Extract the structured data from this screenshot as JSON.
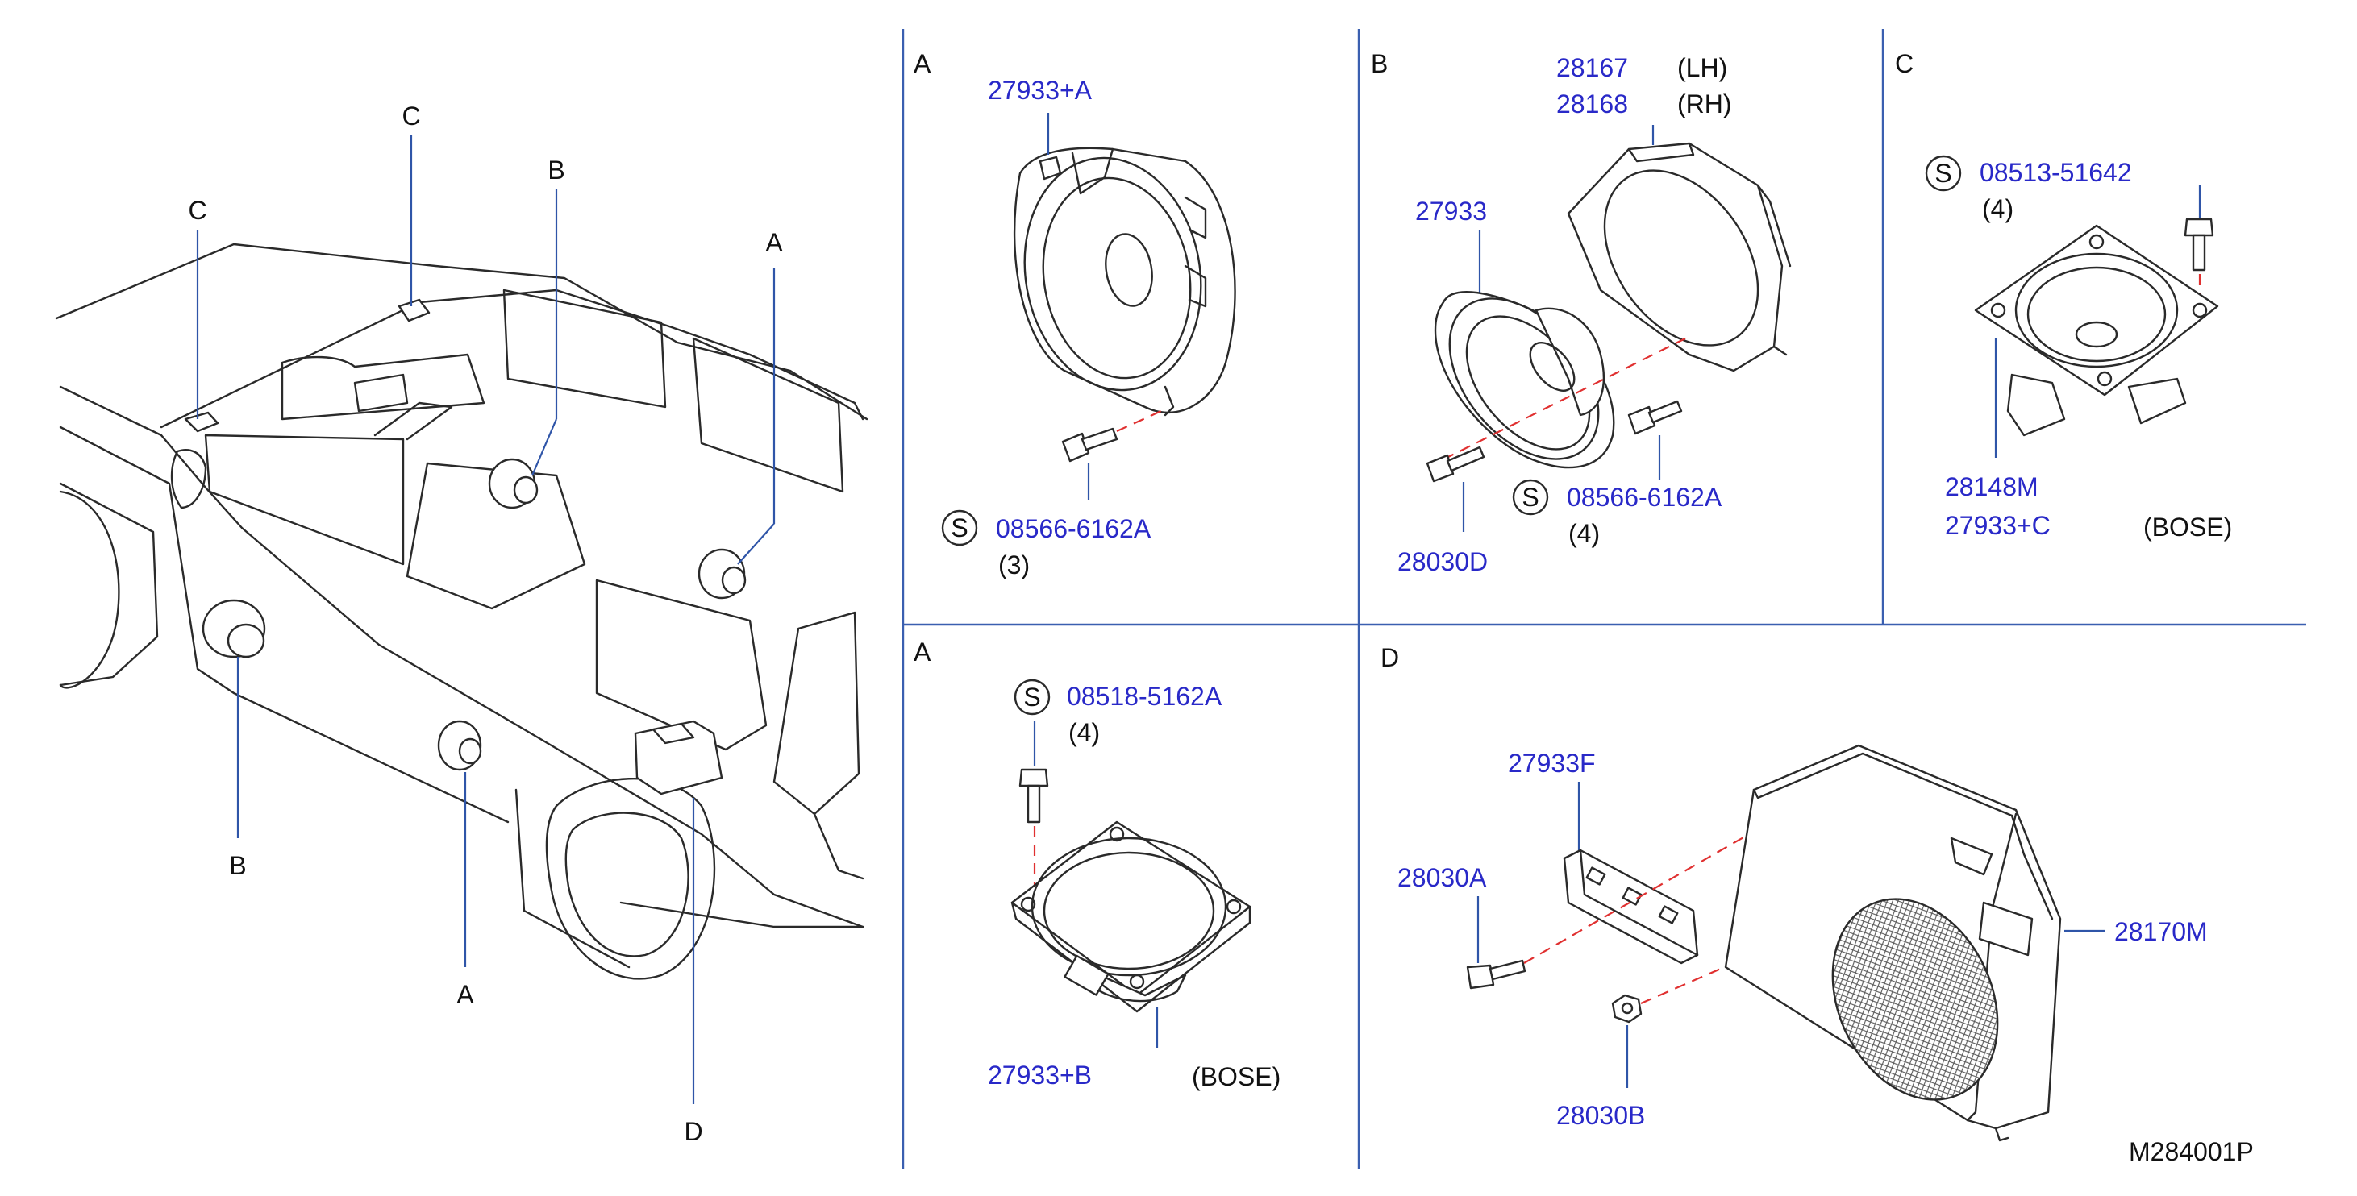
{
  "diagram_id": "M284001P",
  "colors": {
    "part_number": "#2929c8",
    "leader": "#2f55a8",
    "grid": "#3a5fb0",
    "dash": "#e03030"
  },
  "vehicle": {
    "callouts": [
      "C",
      "C",
      "B",
      "A",
      "B",
      "A",
      "D"
    ]
  },
  "panels": {
    "front_door": {
      "section": "A",
      "speaker_part": "27933+A",
      "screw_symbol": "S",
      "screw_part": "08566-6162A",
      "screw_qty": "(3)"
    },
    "rear_door": {
      "section": "B",
      "bracket_lh_part": "28167",
      "bracket_lh_note": "(LH)",
      "bracket_rh_part": "28168",
      "bracket_rh_note": "(RH)",
      "speaker_part": "27933",
      "screw_symbol": "S",
      "screw_part": "08566-6162A",
      "screw_qty": "(4)",
      "bolt_part": "28030D"
    },
    "dash_bose": {
      "section": "C",
      "screw_symbol": "S",
      "screw_part": "08513-51642",
      "screw_qty": "(4)",
      "tweeter_part": "28148M",
      "speaker_part": "27933+C",
      "note": "(BOSE)"
    },
    "front_door_bose": {
      "section": "A",
      "screw_symbol": "S",
      "screw_part": "08518-5162A",
      "screw_qty": "(4)",
      "speaker_part": "27933+B",
      "note": "(BOSE)"
    },
    "subwoofer": {
      "section": "D",
      "bracket_part": "27933F",
      "bolt_part": "28030A",
      "nut_part": "28030B",
      "woofer_part": "28170M"
    }
  }
}
